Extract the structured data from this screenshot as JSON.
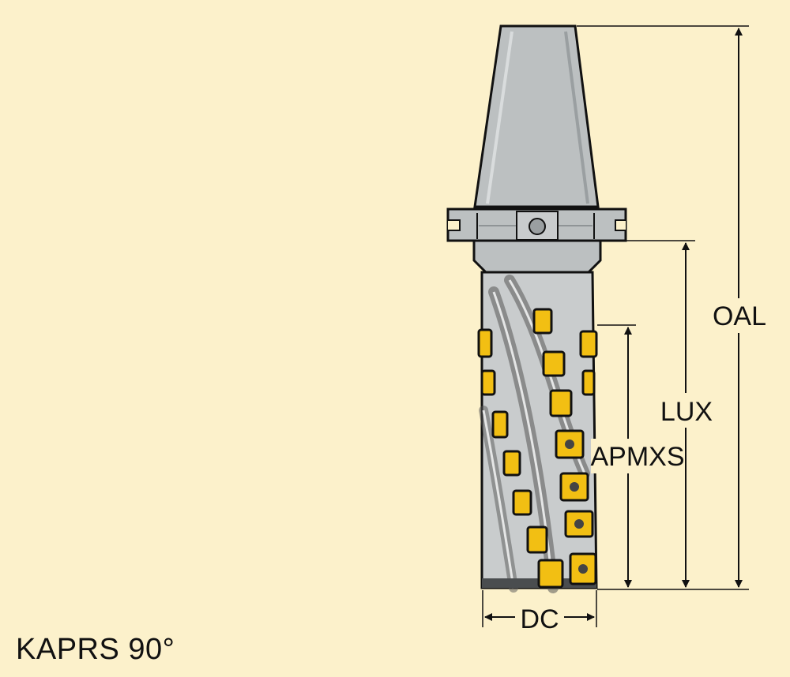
{
  "dimensions": {
    "oal": "OAL",
    "lux": "LUX",
    "apmxs": "APMXS",
    "dc": "DC"
  },
  "footer": {
    "label": "KAPRS 90°"
  },
  "colors": {
    "background": "#fcf1cb",
    "holder": "#bcc0c1",
    "holder_shade": "#8f9496",
    "cutter_body": "#c9cccd",
    "insert": "#f2bf13",
    "outline": "#111111"
  }
}
